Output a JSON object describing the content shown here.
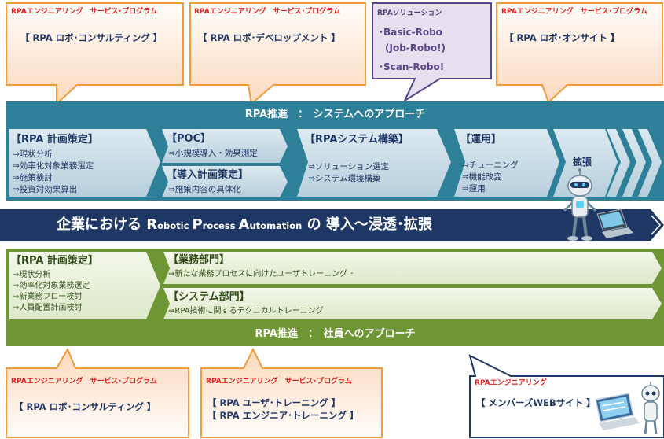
{
  "top_callouts": [
    {
      "header": "RPAエンジニアリング　サービス･プログラム",
      "lines": [
        "【 RPA ロボ･コンサルティング 】"
      ]
    },
    {
      "header": "RPAエンジニアリング　サービス･プログラム",
      "lines": [
        "【 RPA ロボ･デベロップメント 】"
      ]
    },
    {
      "header": "RPAソリューション",
      "lines": [
        "･Basic-Robo",
        "(Job-Robo!)",
        "･Scan-Robo!"
      ]
    },
    {
      "header": "RPAエンジニアリング　サービス･プログラム",
      "lines": [
        "【 RPA ロボ･オンサイト 】"
      ]
    }
  ],
  "system_band": {
    "title": "RPA推進　：　システムへのアプローチ",
    "phases": [
      {
        "title": "【RPA 計画策定】",
        "items": [
          "⇒現状分析",
          "⇒効率化対象業務選定",
          "⇒施策検討",
          "⇒投資対効果算出"
        ]
      },
      {
        "title": "【POC】",
        "items": [
          "⇒小規模導入・効果測定"
        ]
      },
      {
        "title": "【導入計画策定】",
        "items": [
          "⇒施策内容の具体化"
        ]
      },
      {
        "title": "【RPAシステム構築】",
        "items": [
          "⇒ソリューション選定",
          "⇒システム環境構築"
        ]
      },
      {
        "title": "【運用】",
        "items": [
          "⇒チューニング",
          "⇒機能改変",
          "⇒運用"
        ]
      },
      {
        "title": "拡張",
        "items": []
      }
    ]
  },
  "main_banner": {
    "part1": "企業における ",
    "r": "R",
    "r_rest": "obotic ",
    "p": "P",
    "p_rest": "rocess ",
    "a": "A",
    "a_rest": "utomation",
    "part2": " の 導入～浸透･拡張"
  },
  "employee_band": {
    "title": "RPA推進　：　社員へのアプローチ",
    "phases": [
      {
        "title": "【RPA 計画策定】",
        "items": [
          "⇒現状分析",
          "⇒効率化対象業務選定",
          "⇒新業務フロー検討",
          "⇒人員配置計画検討"
        ]
      },
      {
        "title": "【業務部門】",
        "items": [
          "⇒新たな業務プロセスに向けたユーザトレーニング ･"
        ]
      },
      {
        "title": "【システム部門】",
        "items": [
          "⇒RPA技術に関するテクニカルトレーニング"
        ]
      }
    ]
  },
  "bottom_callouts": [
    {
      "header": "RPAエンジニアリング　サービス･プログラム",
      "lines": [
        "【 RPA ロボ･コンサルティング 】"
      ]
    },
    {
      "header": "RPAエンジニアリング　サービス･プログラム",
      "lines": [
        "【 RPA ユーザ･トレーニング 】",
        "【 RPA エンジニア･トレーニング 】"
      ]
    },
    {
      "header": "RPAエンジニアリング",
      "lines": [
        "【 メンバーズWEBサイト 】"
      ]
    }
  ],
  "colors": {
    "callout_border": "#f29a3c",
    "callout_fill": "#fde9d7",
    "purple_border": "#5a4589",
    "purple_fill": "#e6e0ee",
    "teal_band": "#2e7f98",
    "phase_fill": "#bfd6e2",
    "navy_banner": "#1f3764",
    "green_band": "#6e9634",
    "green_fill": "#e7efd8",
    "web_border": "#1f3764"
  }
}
